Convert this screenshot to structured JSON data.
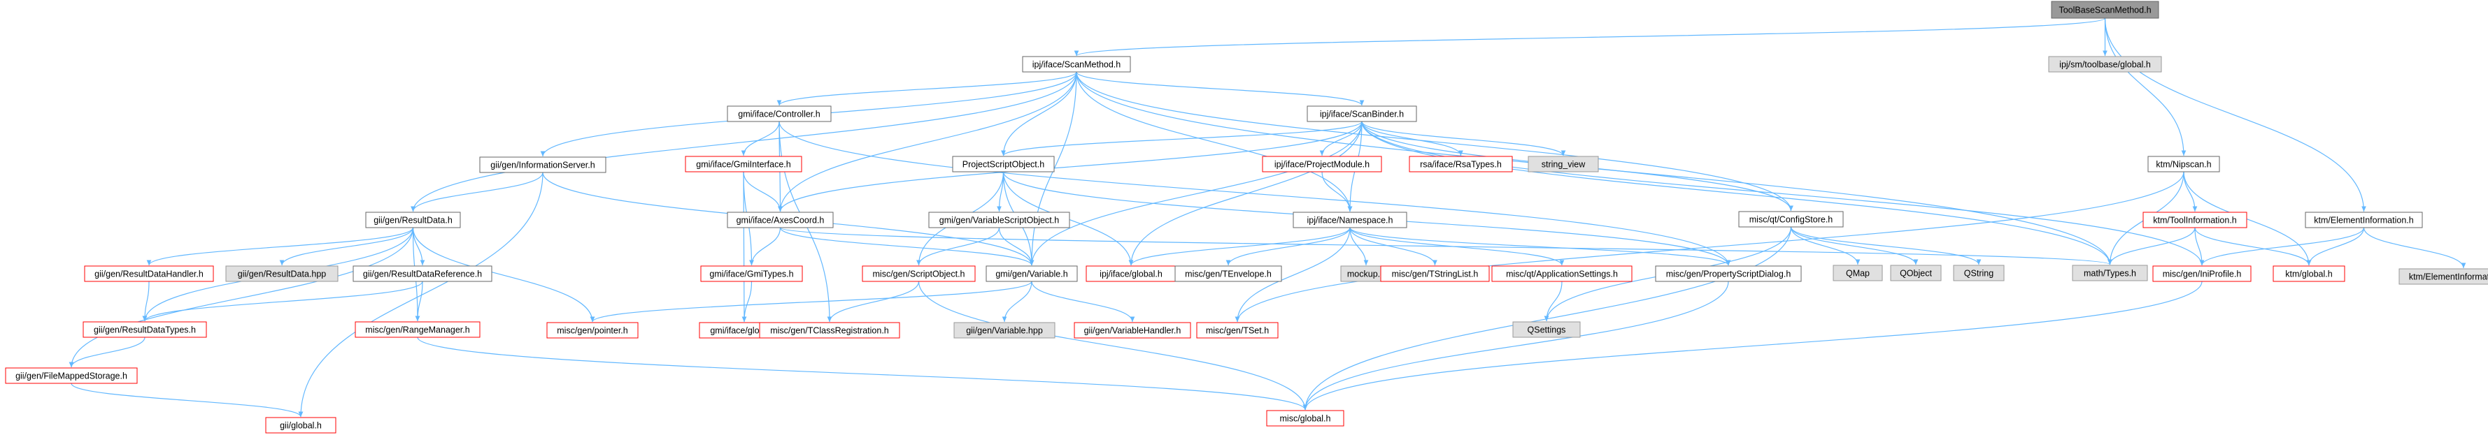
{
  "diagram": {
    "palette": {
      "edge": "#63B8FF",
      "root_fill": "#999999",
      "root_stroke": "#666666",
      "plain_fill": "#ffffff",
      "plain_stroke": "#666666",
      "missing_fill": "#ffffff",
      "missing_stroke": "#ff0000",
      "external_fill": "#e0e0e0",
      "external_stroke": "#999999"
    },
    "nodes": [
      {
        "id": "root",
        "label": "ToolBaseScanMethod.h",
        "kind": "root"
      },
      {
        "id": "ipj_scanmethod",
        "label": "ipj/iface/ScanMethod.h",
        "kind": "plain"
      },
      {
        "id": "ipj_toolbase_global",
        "label": "ipj/sm/toolbase/global.h",
        "kind": "external"
      },
      {
        "id": "ktm_nipscan",
        "label": "ktm/Nipscan.h",
        "kind": "plain"
      },
      {
        "id": "ktm_eleminfo",
        "label": "ktm/ElementInformation.h",
        "kind": "plain"
      },
      {
        "id": "gmi_controller",
        "label": "gmi/iface/Controller.h",
        "kind": "plain"
      },
      {
        "id": "ipj_scanbinder",
        "label": "ipj/iface/ScanBinder.h",
        "kind": "plain"
      },
      {
        "id": "gii_infoserver",
        "label": "gii/gen/InformationServer.h",
        "kind": "plain"
      },
      {
        "id": "gmi_gmiinterface",
        "label": "gmi/iface/GmiInterface.h",
        "kind": "missing"
      },
      {
        "id": "projectscriptobject",
        "label": "ProjectScriptObject.h",
        "kind": "plain"
      },
      {
        "id": "ipj_projectmodule",
        "label": "ipj/iface/ProjectModule.h",
        "kind": "missing"
      },
      {
        "id": "rsa_types",
        "label": "rsa/iface/RsaTypes.h",
        "kind": "missing"
      },
      {
        "id": "string_view",
        "label": "string_view",
        "kind": "external"
      },
      {
        "id": "ktm_toolinfo",
        "label": "ktm/ToolInformation.h",
        "kind": "missing"
      },
      {
        "id": "misc_configstore",
        "label": "misc/qt/ConfigStore.h",
        "kind": "plain"
      },
      {
        "id": "gii_resultdata",
        "label": "gii/gen/ResultData.h",
        "kind": "plain"
      },
      {
        "id": "gmi_axescoord",
        "label": "gmi/iface/AxesCoord.h",
        "kind": "plain"
      },
      {
        "id": "gmi_varscriptobject",
        "label": "gmi/gen/VariableScriptObject.h",
        "kind": "plain"
      },
      {
        "id": "ipj_namespace",
        "label": "ipj/iface/Namespace.h",
        "kind": "plain"
      },
      {
        "id": "ktm_eleminfo_hpp",
        "label": "ktm/ElementInformation.hpp",
        "kind": "external"
      },
      {
        "id": "gii_resultdatahandler",
        "label": "gii/gen/ResultDataHandler.h",
        "kind": "missing"
      },
      {
        "id": "gii_resultdata_hpp",
        "label": "gii/gen/ResultData.hpp",
        "kind": "external"
      },
      {
        "id": "gii_resultdataref",
        "label": "gii/gen/ResultDataReference.h",
        "kind": "plain"
      },
      {
        "id": "gmi_gmitypes",
        "label": "gmi/iface/GmiTypes.h",
        "kind": "missing"
      },
      {
        "id": "misc_scriptobject",
        "label": "misc/gen/ScriptObject.h",
        "kind": "missing"
      },
      {
        "id": "gmi_gen_variable",
        "label": "gmi/gen/Variable.h",
        "kind": "plain"
      },
      {
        "id": "ipj_global",
        "label": "ipj/iface/global.h",
        "kind": "missing"
      },
      {
        "id": "misc_tenvelope",
        "label": "misc/gen/TEnvelope.h",
        "kind": "plain"
      },
      {
        "id": "mockup",
        "label": "mockup.h",
        "kind": "external"
      },
      {
        "id": "misc_tstringlist",
        "label": "misc/gen/TStringList.h",
        "kind": "missing"
      },
      {
        "id": "misc_appsettings",
        "label": "misc/qt/ApplicationSettings.h",
        "kind": "missing"
      },
      {
        "id": "misc_propscriptdialog",
        "label": "misc/gen/PropertyScriptDialog.h",
        "kind": "plain"
      },
      {
        "id": "qmap",
        "label": "QMap",
        "kind": "external"
      },
      {
        "id": "qobject",
        "label": "QObject",
        "kind": "external"
      },
      {
        "id": "qstring",
        "label": "QString",
        "kind": "external"
      },
      {
        "id": "math_types",
        "label": "math/Types.h",
        "kind": "external"
      },
      {
        "id": "misc_iniprofile",
        "label": "misc/gen/IniProfile.h",
        "kind": "missing"
      },
      {
        "id": "ktm_global",
        "label": "ktm/global.h",
        "kind": "missing"
      },
      {
        "id": "gii_resultdatatypes",
        "label": "gii/gen/ResultDataTypes.h",
        "kind": "missing"
      },
      {
        "id": "misc_rangemanager",
        "label": "misc/gen/RangeManager.h",
        "kind": "missing"
      },
      {
        "id": "misc_pointer",
        "label": "misc/gen/pointer.h",
        "kind": "missing"
      },
      {
        "id": "gmi_iface_global",
        "label": "gmi/iface/global.h",
        "kind": "missing"
      },
      {
        "id": "misc_tclassreg",
        "label": "misc/gen/TClassRegistration.h",
        "kind": "missing"
      },
      {
        "id": "gii_gen_variable_hpp",
        "label": "gii/gen/Variable.hpp",
        "kind": "external"
      },
      {
        "id": "gii_varhandler",
        "label": "gii/gen/VariableHandler.h",
        "kind": "missing"
      },
      {
        "id": "misc_tset",
        "label": "misc/gen/TSet.h",
        "kind": "missing"
      },
      {
        "id": "qsettings",
        "label": "QSettings",
        "kind": "external"
      },
      {
        "id": "gii_filemapped",
        "label": "gii/gen/FileMappedStorage.h",
        "kind": "missing"
      },
      {
        "id": "misc_global",
        "label": "misc/global.h",
        "kind": "missing"
      },
      {
        "id": "gii_global",
        "label": "gii/global.h",
        "kind": "missing"
      }
    ],
    "edges": [
      [
        "root",
        "ipj_scanmethod"
      ],
      [
        "root",
        "ipj_toolbase_global"
      ],
      [
        "root",
        "ktm_nipscan"
      ],
      [
        "root",
        "ktm_eleminfo"
      ],
      [
        "ipj_scanmethod",
        "gmi_controller"
      ],
      [
        "ipj_scanmethod",
        "ipj_scanbinder"
      ],
      [
        "ipj_scanmethod",
        "gii_infoserver"
      ],
      [
        "ipj_scanmethod",
        "gii_resultdata"
      ],
      [
        "ipj_scanmethod",
        "projectscriptobject"
      ],
      [
        "ipj_scanmethod",
        "gmi_axescoord"
      ],
      [
        "ipj_scanmethod",
        "gmi_gen_variable"
      ],
      [
        "ipj_scanmethod",
        "ipj_namespace"
      ],
      [
        "ipj_scanmethod",
        "misc_configstore"
      ],
      [
        "ipj_scanmethod",
        "math_types"
      ],
      [
        "gmi_controller",
        "gmi_gmiinterface"
      ],
      [
        "gmi_controller",
        "gmi_axescoord"
      ],
      [
        "gmi_controller",
        "misc_tclassreg"
      ],
      [
        "gmi_controller",
        "misc_propscriptdialog"
      ],
      [
        "ipj_scanbinder",
        "projectscriptobject"
      ],
      [
        "ipj_scanbinder",
        "ipj_projectmodule"
      ],
      [
        "ipj_scanbinder",
        "rsa_types"
      ],
      [
        "ipj_scanbinder",
        "string_view"
      ],
      [
        "ipj_scanbinder",
        "ipj_namespace"
      ],
      [
        "ipj_scanbinder",
        "ipj_global"
      ],
      [
        "ipj_scanbinder",
        "gmi_axescoord"
      ],
      [
        "ipj_scanbinder",
        "misc_configstore"
      ],
      [
        "ipj_scanbinder",
        "misc_iniprofile"
      ],
      [
        "ipj_scanbinder",
        "math_types"
      ],
      [
        "ipj_scanbinder",
        "gmi_gen_variable"
      ],
      [
        "gii_infoserver",
        "gii_resultdata"
      ],
      [
        "gii_infoserver",
        "gmi_gen_variable"
      ],
      [
        "gii_infoserver",
        "gii_global"
      ],
      [
        "gmi_gmiinterface",
        "gmi_axescoord"
      ],
      [
        "gmi_gmiinterface",
        "gmi_gmitypes"
      ],
      [
        "gmi_gmiinterface",
        "gmi_iface_global"
      ],
      [
        "projectscriptobject",
        "gmi_varscriptobject"
      ],
      [
        "projectscriptobject",
        "misc_scriptobject"
      ],
      [
        "projectscriptobject",
        "gmi_gen_variable"
      ],
      [
        "projectscriptobject",
        "ipj_global"
      ],
      [
        "projectscriptobject",
        "misc_propscriptdialog"
      ],
      [
        "ipj_projectmodule",
        "ipj_namespace"
      ],
      [
        "ktm_nipscan",
        "ktm_toolinfo"
      ],
      [
        "ktm_nipscan",
        "math_types"
      ],
      [
        "ktm_nipscan",
        "ktm_global"
      ],
      [
        "ktm_nipscan",
        "misc_tset"
      ],
      [
        "ktm_toolinfo",
        "math_types"
      ],
      [
        "ktm_toolinfo",
        "misc_iniprofile"
      ],
      [
        "ktm_toolinfo",
        "ktm_global"
      ],
      [
        "ktm_eleminfo",
        "misc_iniprofile"
      ],
      [
        "ktm_eleminfo",
        "ktm_global"
      ],
      [
        "ktm_eleminfo",
        "ktm_eleminfo_hpp"
      ],
      [
        "misc_configstore",
        "qmap"
      ],
      [
        "misc_configstore",
        "qobject"
      ],
      [
        "misc_configstore",
        "qstring"
      ],
      [
        "misc_configstore",
        "qsettings"
      ],
      [
        "misc_configstore",
        "misc_global"
      ],
      [
        "gii_resultdata",
        "gii_resultdatahandler"
      ],
      [
        "gii_resultdata",
        "gii_resultdata_hpp"
      ],
      [
        "gii_resultdata",
        "gii_resultdataref"
      ],
      [
        "gii_resultdata",
        "gii_resultdatatypes"
      ],
      [
        "gii_resultdata",
        "misc_rangemanager"
      ],
      [
        "gii_resultdata",
        "misc_pointer"
      ],
      [
        "gii_resultdata",
        "gii_filemapped"
      ],
      [
        "gmi_axescoord",
        "gmi_gmitypes"
      ],
      [
        "gmi_axescoord",
        "gmi_gen_variable"
      ],
      [
        "gmi_axescoord",
        "math_types"
      ],
      [
        "gmi_varscriptobject",
        "misc_scriptobject"
      ],
      [
        "gmi_varscriptobject",
        "gmi_gen_variable"
      ],
      [
        "ipj_namespace",
        "ipj_global"
      ],
      [
        "ipj_namespace",
        "misc_tenvelope"
      ],
      [
        "ipj_namespace",
        "mockup"
      ],
      [
        "ipj_namespace",
        "misc_tstringlist"
      ],
      [
        "ipj_namespace",
        "misc_appsettings"
      ],
      [
        "ipj_namespace",
        "misc_propscriptdialog"
      ],
      [
        "ipj_namespace",
        "misc_tset"
      ],
      [
        "gii_resultdatahandler",
        "gii_resultdatatypes"
      ],
      [
        "gii_resultdataref",
        "gii_resultdatatypes"
      ],
      [
        "gii_resultdataref",
        "misc_rangemanager"
      ],
      [
        "gmi_gmitypes",
        "gmi_iface_global"
      ],
      [
        "misc_scriptobject",
        "misc_tclassreg"
      ],
      [
        "misc_scriptobject",
        "misc_global"
      ],
      [
        "gmi_gen_variable",
        "gii_gen_variable_hpp"
      ],
      [
        "gmi_gen_variable",
        "gii_varhandler"
      ],
      [
        "gmi_gen_variable",
        "misc_pointer"
      ],
      [
        "misc_appsettings",
        "qsettings"
      ],
      [
        "misc_propscriptdialog",
        "misc_global"
      ],
      [
        "misc_iniprofile",
        "misc_global"
      ],
      [
        "gii_resultdatatypes",
        "gii_filemapped"
      ],
      [
        "misc_rangemanager",
        "misc_global"
      ],
      [
        "gii_filemapped",
        "gii_global"
      ]
    ]
  }
}
